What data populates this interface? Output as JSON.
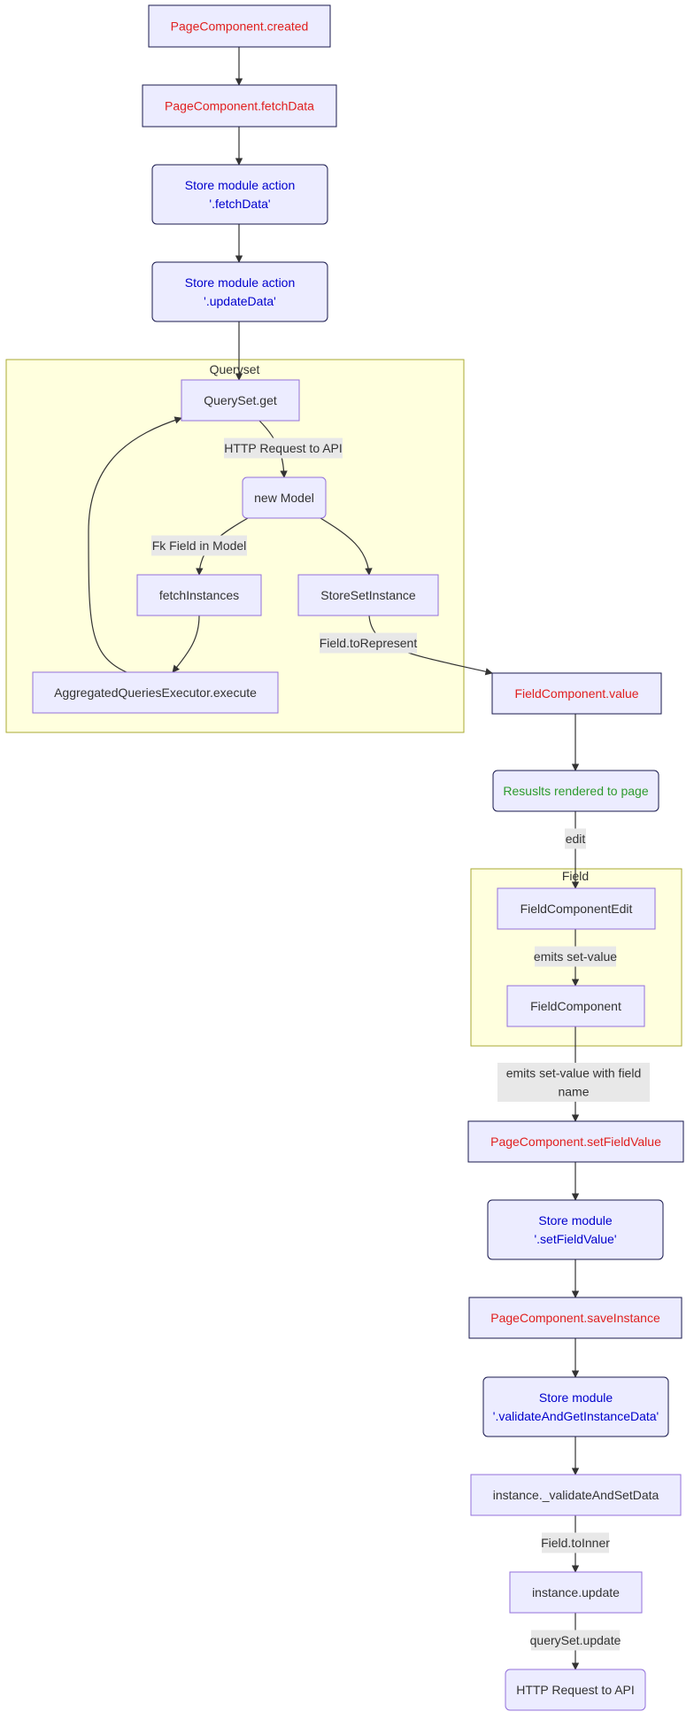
{
  "colors": {
    "node_fill": "#ececff",
    "node_stroke": "#9370db",
    "node_stroke_dark": "#1a1a4e",
    "cluster_fill": "#ffffde",
    "cluster_stroke": "#aaaa33",
    "edge": "#333333",
    "label_bg": "#e8e8e8",
    "text_red": "#e0201f",
    "text_blue": "#0000cc",
    "text_green": "#2e9b2e",
    "text_default": "#333333"
  },
  "clusters": [
    {
      "id": "queryset",
      "label": "Queryset"
    },
    {
      "id": "field",
      "label": "Field"
    }
  ],
  "nodes": [
    {
      "id": "created",
      "lines": [
        "PageComponent.created"
      ],
      "color": "red"
    },
    {
      "id": "fetchData",
      "lines": [
        "PageComponent.fetchData"
      ],
      "color": "red"
    },
    {
      "id": "storeFetch",
      "lines": [
        "Store module action",
        "'.fetchData'"
      ],
      "color": "blue"
    },
    {
      "id": "storeUpdate",
      "lines": [
        "Store module action",
        "'.updateData'"
      ],
      "color": "blue"
    },
    {
      "id": "qsGet",
      "lines": [
        "QuerySet.get"
      ],
      "color": "default"
    },
    {
      "id": "newModel",
      "lines": [
        "new Model"
      ],
      "color": "default"
    },
    {
      "id": "fetchInstances",
      "lines": [
        "fetchInstances"
      ],
      "color": "default"
    },
    {
      "id": "storeSetInstance",
      "lines": [
        "StoreSetInstance"
      ],
      "color": "default"
    },
    {
      "id": "aggExec",
      "lines": [
        "AggregatedQueriesExecutor.execute"
      ],
      "color": "default"
    },
    {
      "id": "fieldValue",
      "lines": [
        "FieldComponent.value"
      ],
      "color": "red"
    },
    {
      "id": "results",
      "lines": [
        "Resuslts rendered to page"
      ],
      "color": "green"
    },
    {
      "id": "fieldEdit",
      "lines": [
        "FieldComponentEdit"
      ],
      "color": "default"
    },
    {
      "id": "fieldComp",
      "lines": [
        "FieldComponent"
      ],
      "color": "default"
    },
    {
      "id": "setFieldValue",
      "lines": [
        "PageComponent.setFieldValue"
      ],
      "color": "red"
    },
    {
      "id": "storeSetField",
      "lines": [
        "Store module",
        "'.setFieldValue'"
      ],
      "color": "blue"
    },
    {
      "id": "saveInstance",
      "lines": [
        "PageComponent.saveInstance"
      ],
      "color": "red"
    },
    {
      "id": "storeValidate",
      "lines": [
        "Store module",
        "'.validateAndGetInstanceData'"
      ],
      "color": "blue"
    },
    {
      "id": "validateSet",
      "lines": [
        "instance._validateAndSetData"
      ],
      "color": "default"
    },
    {
      "id": "instUpdate",
      "lines": [
        "instance.update"
      ],
      "color": "default"
    },
    {
      "id": "httpReq2",
      "lines": [
        "HTTP Request to API"
      ],
      "color": "default"
    }
  ],
  "edges": [
    {
      "id": "e1",
      "from": "created",
      "to": "fetchData",
      "label": []
    },
    {
      "id": "e2",
      "from": "fetchData",
      "to": "storeFetch",
      "label": []
    },
    {
      "id": "e3",
      "from": "storeFetch",
      "to": "storeUpdate",
      "label": []
    },
    {
      "id": "e4",
      "from": "storeUpdate",
      "to": "qsGet",
      "label": []
    },
    {
      "id": "e5",
      "from": "qsGet",
      "to": "newModel",
      "label": [
        "HTTP Request to API"
      ]
    },
    {
      "id": "e6",
      "from": "newModel",
      "to": "fetchInstances",
      "label": [
        "Fk Field in Model"
      ]
    },
    {
      "id": "e7",
      "from": "newModel",
      "to": "storeSetInstance",
      "label": []
    },
    {
      "id": "e8",
      "from": "fetchInstances",
      "to": "aggExec",
      "label": []
    },
    {
      "id": "e9",
      "from": "aggExec",
      "to": "qsGet",
      "label": []
    },
    {
      "id": "e10",
      "from": "storeSetInstance",
      "to": "fieldValue",
      "label": [
        "Field.toRepresent"
      ]
    },
    {
      "id": "e11",
      "from": "fieldValue",
      "to": "results",
      "label": []
    },
    {
      "id": "e12",
      "from": "results",
      "to": "fieldEdit",
      "label": [
        "edit"
      ]
    },
    {
      "id": "e13",
      "from": "fieldEdit",
      "to": "fieldComp",
      "label": [
        "emits set-value"
      ]
    },
    {
      "id": "e14",
      "from": "fieldComp",
      "to": "setFieldValue",
      "label": [
        "emits set-value with field",
        "name"
      ]
    },
    {
      "id": "e15",
      "from": "setFieldValue",
      "to": "storeSetField",
      "label": []
    },
    {
      "id": "e16",
      "from": "storeSetField",
      "to": "saveInstance",
      "label": []
    },
    {
      "id": "e17",
      "from": "saveInstance",
      "to": "storeValidate",
      "label": []
    },
    {
      "id": "e18",
      "from": "storeValidate",
      "to": "validateSet",
      "label": []
    },
    {
      "id": "e19",
      "from": "validateSet",
      "to": "instUpdate",
      "label": [
        "Field.toInner"
      ]
    },
    {
      "id": "e20",
      "from": "instUpdate",
      "to": "httpReq2",
      "label": [
        "querySet.update"
      ]
    }
  ]
}
